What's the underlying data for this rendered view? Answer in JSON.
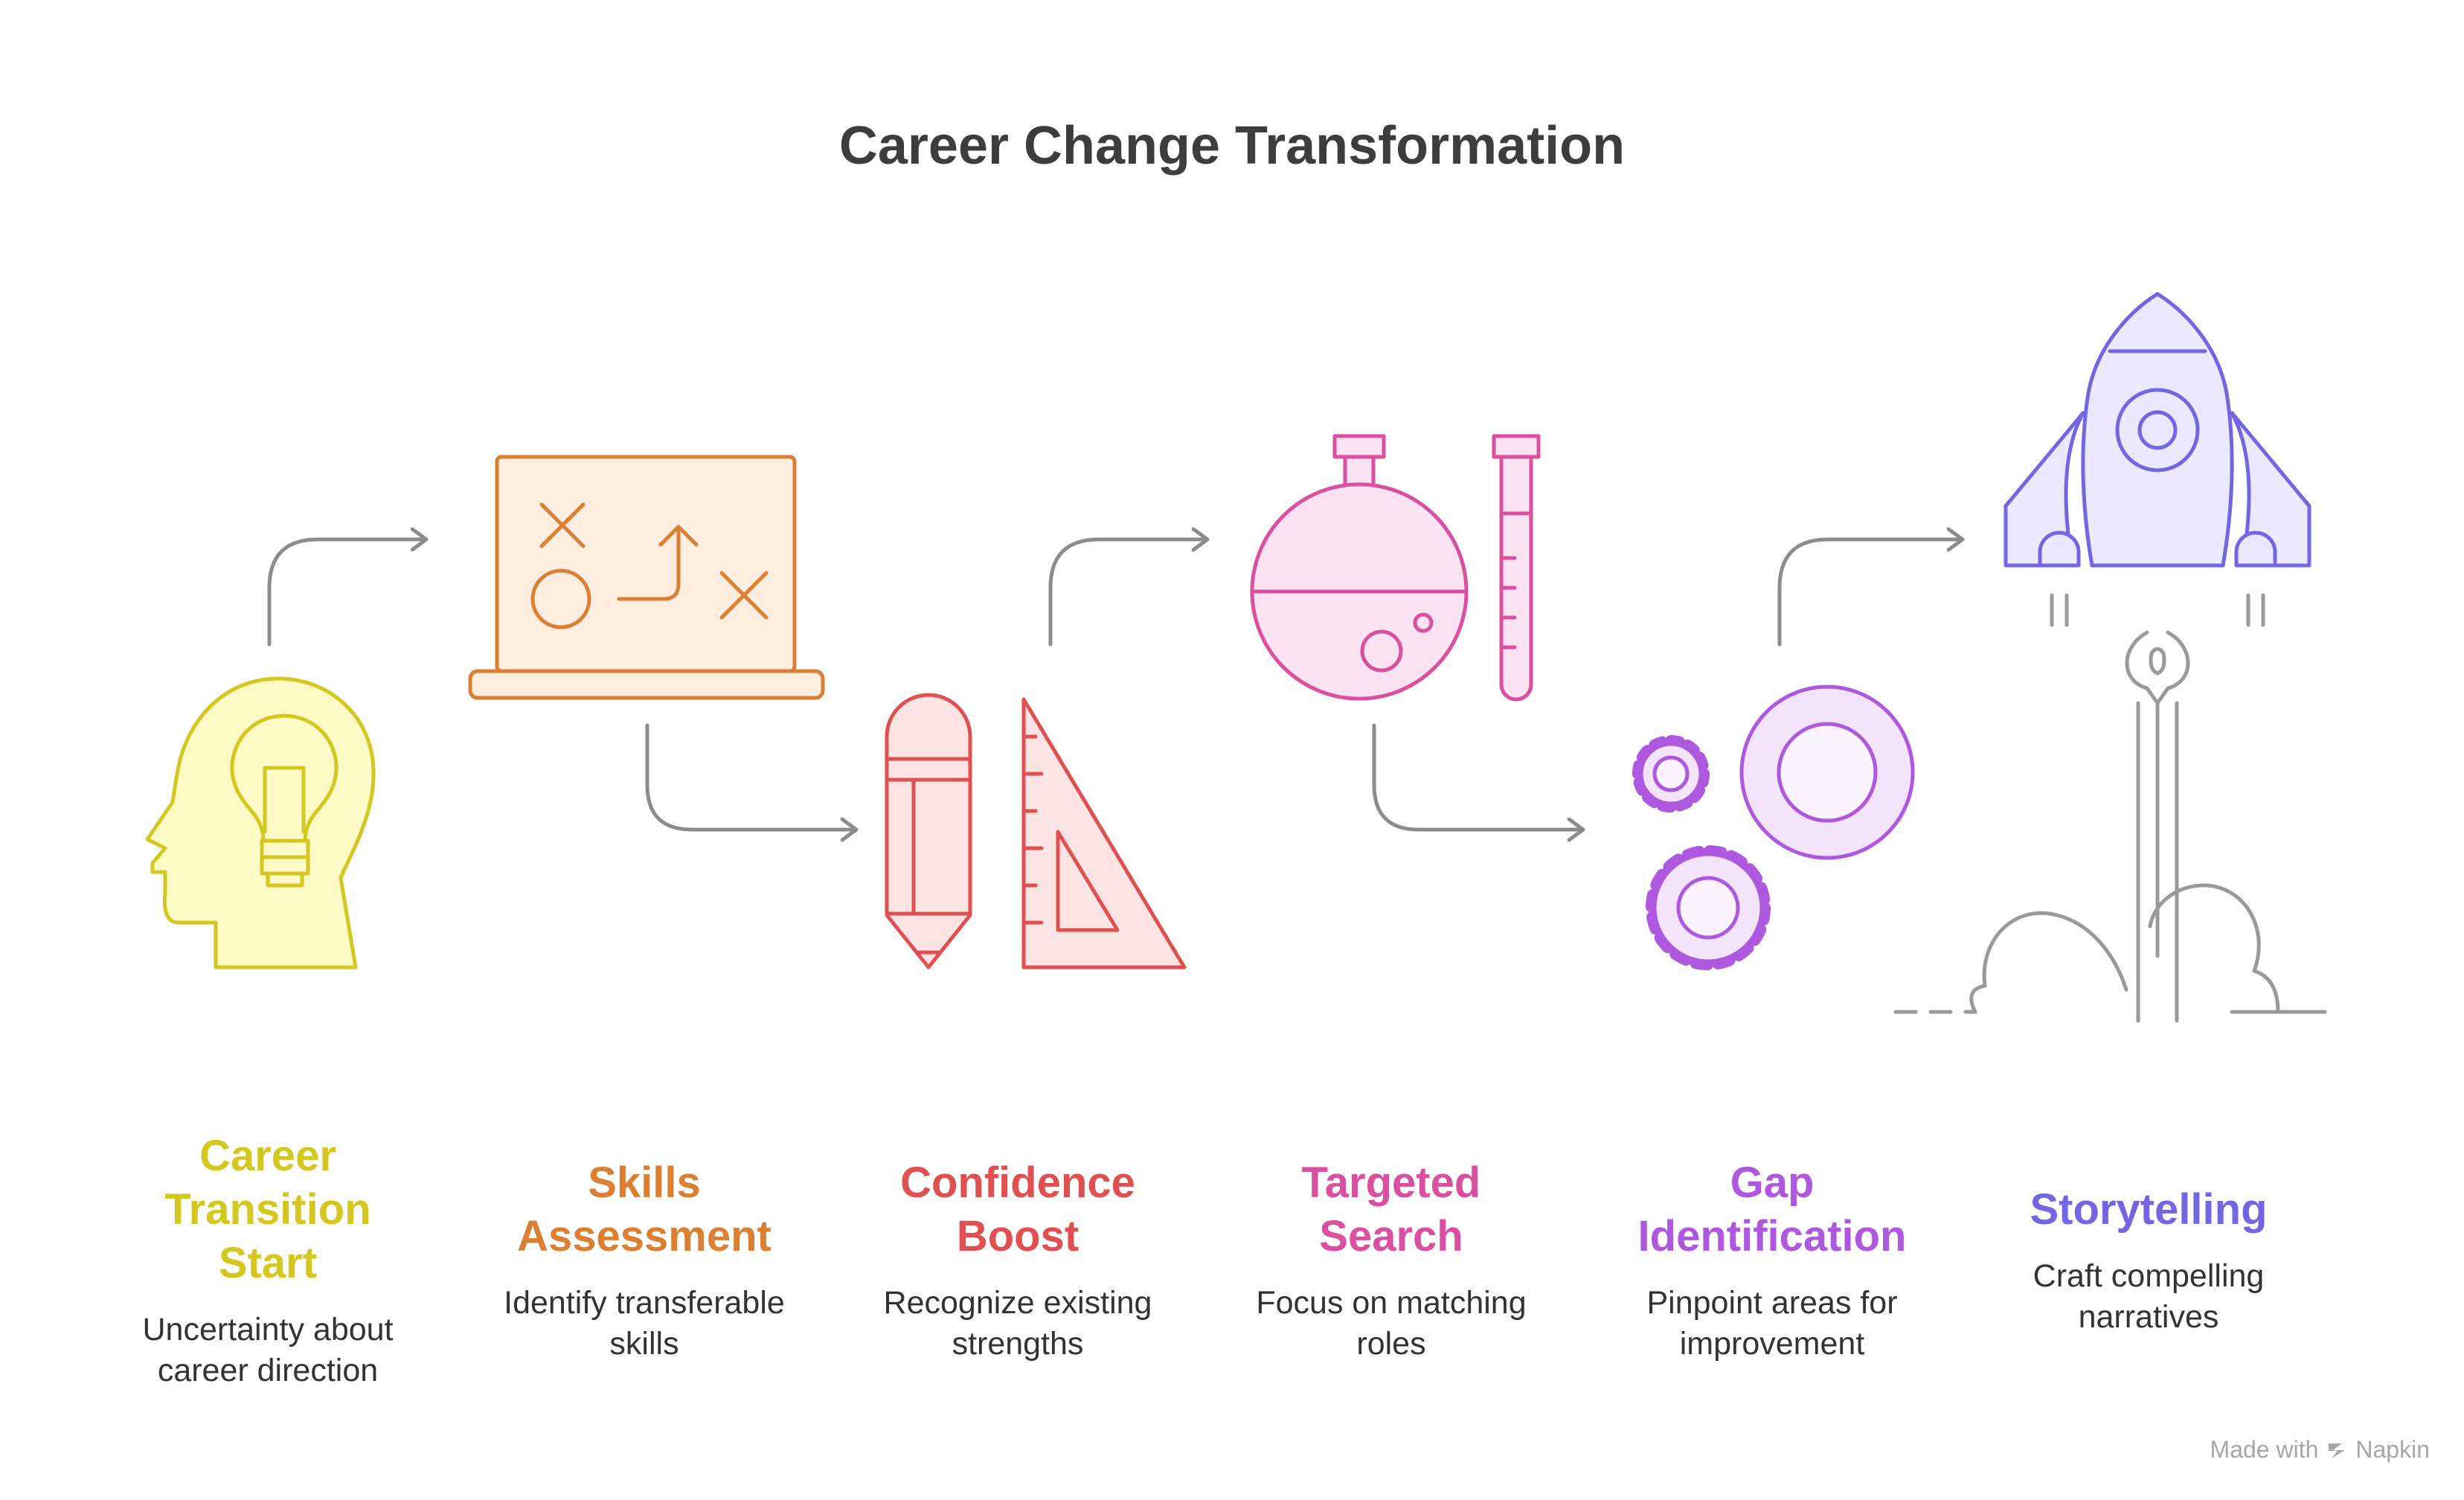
{
  "title": "Career Change Transformation",
  "colors": {
    "yellow": "#d4c820",
    "orange": "#dc7f32",
    "red": "#e05050",
    "pink": "#db4fa0",
    "violet": "#ae58e0",
    "indigo": "#7366e2",
    "connector": "#8c8c8c"
  },
  "steps": [
    {
      "title": "Career Transition Start",
      "description": "Uncertainty about career direction",
      "color": "#d4c820",
      "icon": "head-lightbulb-icon"
    },
    {
      "title": "Skills Assessment",
      "description": "Identify transferable skills",
      "color": "#dc7f32",
      "icon": "strategy-board-icon"
    },
    {
      "title": "Confidence Boost",
      "description": "Recognize existing strengths",
      "color": "#e05050",
      "icon": "pencil-ruler-icon"
    },
    {
      "title": "Targeted Search",
      "description": "Focus on matching roles",
      "color": "#db4fa0",
      "icon": "flask-test-tube-icon"
    },
    {
      "title": "Gap Identification",
      "description": "Pinpoint areas for improvement",
      "color": "#ae58e0",
      "icon": "gears-icon"
    },
    {
      "title": "Storytelling",
      "description": "Craft compelling narratives",
      "color": "#7366e2",
      "icon": "rocket-launch-icon"
    }
  ],
  "footer": {
    "credit_prefix": "Made with",
    "credit_brand": "Napkin",
    "brand_icon": "napkin-logo-icon"
  }
}
